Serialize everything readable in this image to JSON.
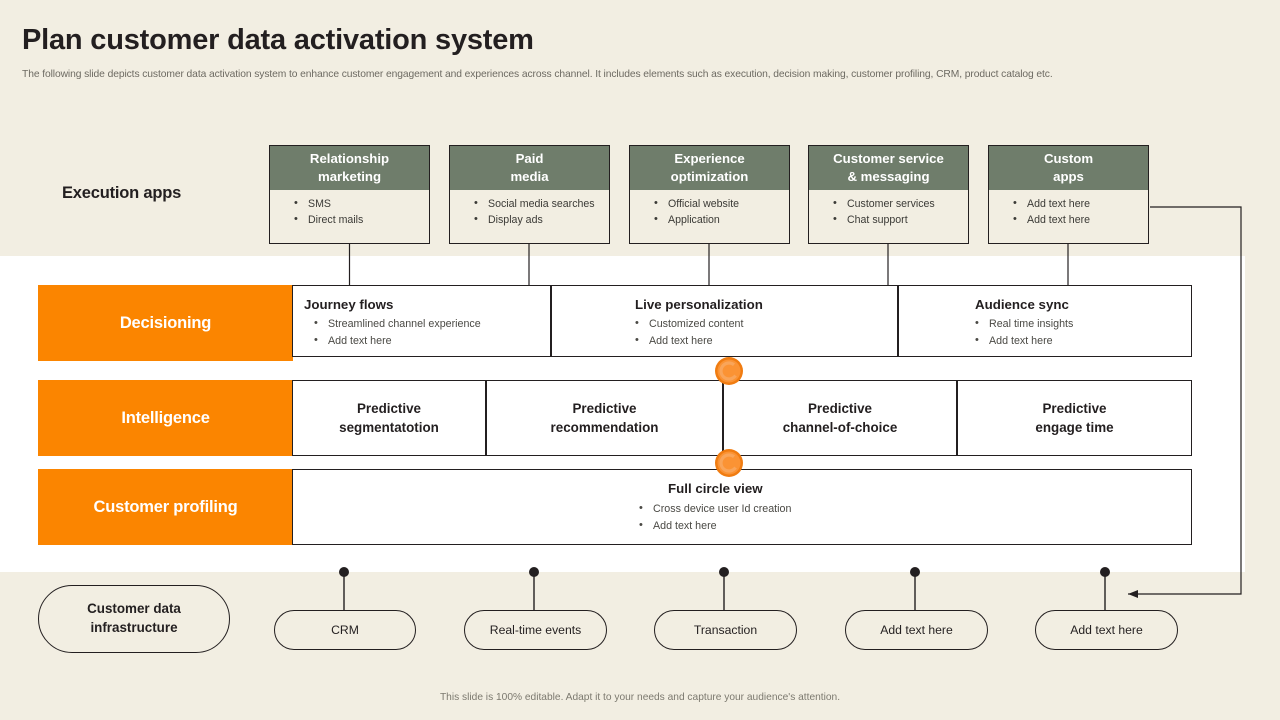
{
  "header": {
    "title": "Plan customer data activation system",
    "subtitle": "The following slide depicts customer data activation system to enhance customer engagement and experiences across channel. It includes elements such as execution, decision making,  customer profiling, CRM, product catalog etc."
  },
  "colors": {
    "background": "#F2EEE2",
    "panel": "#FFFFFF",
    "accent_orange": "#FB8500",
    "card_header_green": "#6F7D6B",
    "outline": "#231F20",
    "muted_text": "#6D6A62"
  },
  "execution": {
    "label": "Execution apps",
    "cards": [
      {
        "title": "Relationship\nmarketing",
        "title_line1": "Relationship",
        "title_line2": "marketing",
        "items": [
          "SMS",
          "Direct mails"
        ]
      },
      {
        "title": "Paid media",
        "title_line1": "Paid",
        "title_line2": "media",
        "items": [
          "Social media searches",
          "Display ads"
        ]
      },
      {
        "title": "Experience optimization",
        "title_line1": "Experience",
        "title_line2": "optimization",
        "items": [
          "Official website",
          "Application"
        ]
      },
      {
        "title": "Customer service & messaging",
        "title_line1": "Customer service",
        "title_line2": "& messaging",
        "items": [
          "Customer services",
          "Chat support"
        ]
      },
      {
        "title": "Custom apps",
        "title_line1": "Custom",
        "title_line2": "apps",
        "items": [
          "Add text here",
          "Add text here"
        ]
      }
    ]
  },
  "rows": {
    "decisioning": {
      "label": "Decisioning",
      "cells": [
        {
          "title": "Journey flows",
          "items": [
            "Streamlined channel experience",
            "Add text here"
          ]
        },
        {
          "title": "Live personalization",
          "items": [
            "Customized content",
            "Add text here"
          ]
        },
        {
          "title": "Audience sync",
          "items": [
            "Real time insights",
            "Add text here"
          ]
        }
      ]
    },
    "intelligence": {
      "label": "Intelligence",
      "cells": [
        {
          "line1": "Predictive",
          "line2": "segmentatotion"
        },
        {
          "line1": "Predictive",
          "line2": "recommendation"
        },
        {
          "line1": "Predictive",
          "line2": "channel-of-choice"
        },
        {
          "line1": "Predictive",
          "line2": "engage time"
        }
      ]
    },
    "customer_profiling": {
      "label": "Customer profiling",
      "cells": [
        {
          "title": "Full circle view",
          "items": [
            "Cross device  user Id creation",
            "Add text here"
          ]
        }
      ]
    }
  },
  "infrastructure": {
    "label_line1": "Customer data",
    "label_line2": "infrastructure",
    "nodes": [
      "CRM",
      "Real-time events",
      "Transaction",
      "Add text here",
      "Add text here"
    ]
  },
  "icons": {
    "sync_ring_1": "sync-ring-icon",
    "sync_ring_2": "sync-ring-icon"
  },
  "footer": {
    "note": "This slide is 100% editable.  Adapt it to your needs and capture your audience's attention."
  }
}
